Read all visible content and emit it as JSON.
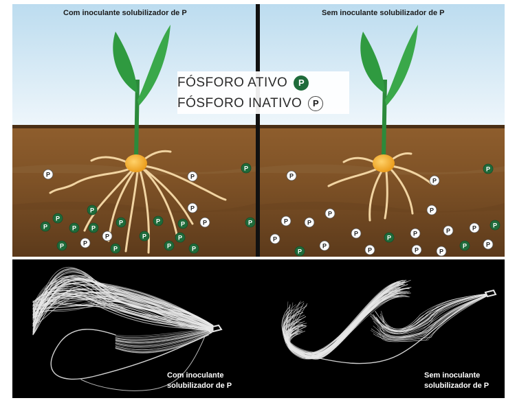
{
  "left_panel": {
    "caption": "Com inoculante solubilizador de P"
  },
  "right_panel": {
    "caption": "Sem inoculante solubilizador de P"
  },
  "legend": {
    "active_label": "FÓSFORO ATIVO",
    "inactive_label": "FÓSFORO INATIVO",
    "badge_letter": "P"
  },
  "photos": {
    "left_caption_line1": "Com inoculante",
    "left_caption_line2": "solubilizador de P",
    "right_caption_line1": "Sem inoculante",
    "right_caption_line2": "solubilizador de P"
  },
  "colors": {
    "sky": "#cfe6f3",
    "soil_top": "#8a5a2b",
    "soil_mid": "#7a4f25",
    "soil_deep": "#5f3c1c",
    "root": "#f2d6a6",
    "leaf": "#2f8f3e",
    "seed": "#f0a21b",
    "active_p": "#1f6b3a",
    "inactive_p": "#ffffff",
    "photo_bg": "#000000"
  }
}
